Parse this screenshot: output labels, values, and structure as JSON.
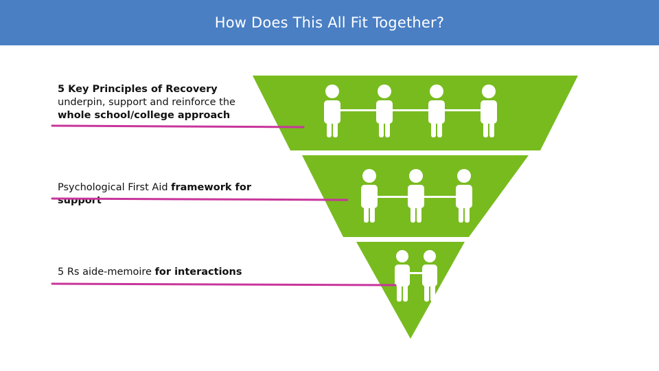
{
  "header": {
    "title": "How Does This All Fit Together?"
  },
  "levels": [
    {
      "line1": "5 Key Principles of Recovery",
      "line2": "underpin, support and reinforce the",
      "line3": "whole school/college approach",
      "people": 4
    },
    {
      "plain": "Psychological First Aid ",
      "bold": "framework for support",
      "people": 3
    },
    {
      "plain": "5 Rs aide-memoire ",
      "bold": "for interactions",
      "people": 2
    }
  ],
  "colors": {
    "header": "#4a7fc4",
    "triangle": "#78bb1f",
    "connector": "#c8359b",
    "figure": "#ffffff"
  }
}
